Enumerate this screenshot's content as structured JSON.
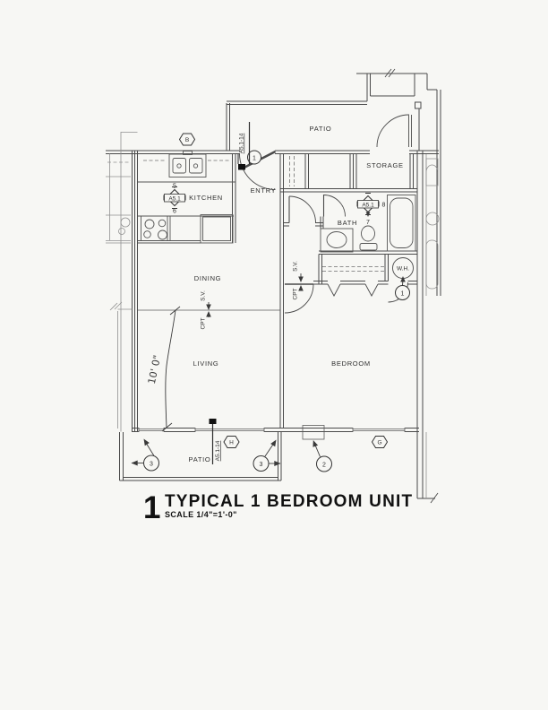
{
  "drawing": {
    "number": "1",
    "title": "TYPICAL 1 BEDROOM UNIT",
    "scale_note": "SCALE 1/4\"=1'-0\""
  },
  "rooms": {
    "kitchen": "KITCHEN",
    "dining": "DINING",
    "living": "LIVING",
    "bedroom": "BEDROOM",
    "bath": "BATH",
    "entry": "ENTRY",
    "storage": "STORAGE",
    "patio_upper": "PATIO",
    "patio_lower": "PATIO"
  },
  "fixtures": {
    "water_heater": "W.H."
  },
  "floor_markers": {
    "dining_living": {
      "above": "S.V.",
      "below": "CPT"
    },
    "bedroom_door": {
      "above": "S.V.",
      "below": "CPT"
    }
  },
  "detail_markers": {
    "kitchen": {
      "sheet": "A5.1",
      "num_top": "5",
      "num_bottom": "6"
    },
    "bath": {
      "sheet": "A5.1",
      "num_right": "8",
      "num_bottom": "7"
    }
  },
  "hex_markers": {
    "kitchen_wall": "B",
    "patio_door": "H",
    "bedroom_wall": "G"
  },
  "circle_markers": {
    "entry_door": "1",
    "water_heater": "1",
    "patio_corner_left": "3",
    "patio_corner_right": "3",
    "bedroom_window": "2"
  },
  "sheet_refs": {
    "entry_door": "A5.1-14",
    "patio_door": "A5.1-14"
  },
  "dimensions": {
    "living_width": "10' 0\""
  },
  "colors": {
    "paper": "#f7f7f4",
    "ink": "#4a4a4a",
    "ink_light": "#909090",
    "ink_black": "#111111"
  }
}
